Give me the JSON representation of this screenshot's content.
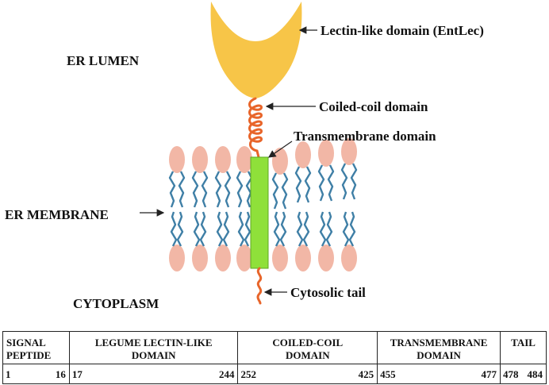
{
  "labels": {
    "er_lumen": "ER LUMEN",
    "er_membrane": "ER MEMBRANE",
    "cytoplasm": "CYTOPLASM",
    "lectin_domain": "Lectin-like domain (EntLec)",
    "coiled_coil": "Coiled-coil domain",
    "transmembrane": "Transmembrane domain",
    "cytosolic_tail": "Cytosolic tail"
  },
  "colors": {
    "lectin": "#f7c548",
    "coil": "#e8652a",
    "transmembrane": "#8fe03a",
    "lipid_head": "#f2b7a6",
    "lipid_tail": "#3f7fa6"
  },
  "domains": [
    {
      "name": "SIGNAL PEPTIDE",
      "line1": "SIGNAL",
      "line2": "PEPTIDE",
      "start": "1",
      "end": "16"
    },
    {
      "name": "LEGUME LECTIN-LIKE DOMAIN",
      "line1": "LEGUME LECTIN-LIKE",
      "line2": "DOMAIN",
      "start": "17",
      "end": "244"
    },
    {
      "name": "COILED-COIL DOMAIN",
      "line1": "COILED-COIL",
      "line2": "DOMAIN",
      "start": "252",
      "end": "425"
    },
    {
      "name": "TRANSMEMBRANE DOMAIN",
      "line1": "TRANSMEMBRANE",
      "line2": "DOMAIN",
      "start": "455",
      "end": "477"
    },
    {
      "name": "TAIL",
      "line1": "TAIL",
      "line2": "",
      "start": "478",
      "end": "484"
    }
  ]
}
